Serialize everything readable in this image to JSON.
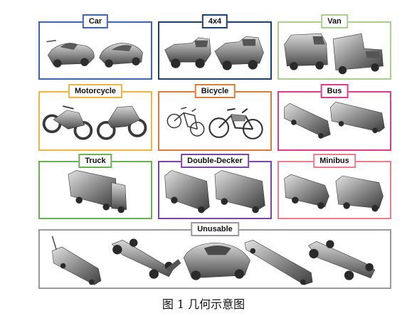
{
  "figure": {
    "caption": "图 1  几何示意图",
    "panels": [
      {
        "id": "car",
        "label": "Car",
        "color": "#3f63b4"
      },
      {
        "id": "4x4",
        "label": "4x4",
        "color": "#1f3f6c"
      },
      {
        "id": "van",
        "label": "Van",
        "color": "#a9cf90"
      },
      {
        "id": "motorcycle",
        "label": "Motorcycle",
        "color": "#f2b43b"
      },
      {
        "id": "bicycle",
        "label": "Bicycle",
        "color": "#e07b34"
      },
      {
        "id": "bus",
        "label": "Bus",
        "color": "#e23a8f"
      },
      {
        "id": "truck",
        "label": "Truck",
        "color": "#69b153"
      },
      {
        "id": "double-decker",
        "label": "Double-Decker",
        "color": "#7a45a8"
      },
      {
        "id": "minibus",
        "label": "Minibus",
        "color": "#ef7c86"
      },
      {
        "id": "unusable",
        "label": "Unusable",
        "color": "#9a9a9a"
      }
    ]
  }
}
